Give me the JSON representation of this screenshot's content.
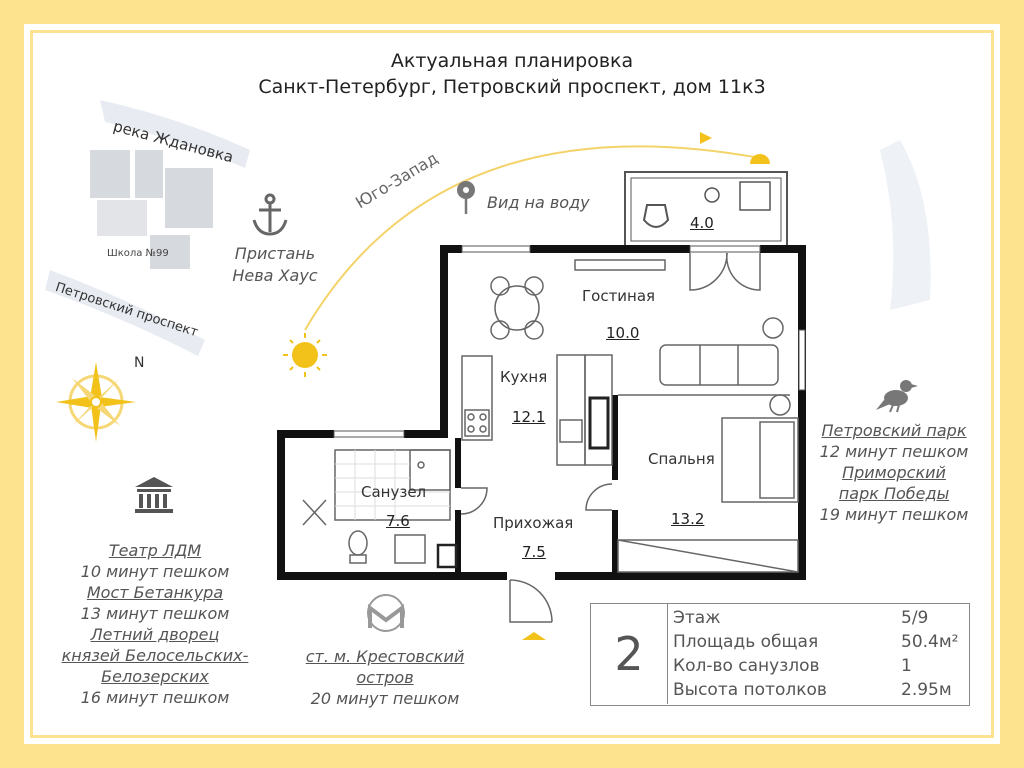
{
  "header": {
    "title": "Актуальная планировка",
    "address": "Санкт-Петербург, Петровский проспект, дом 11к3"
  },
  "map": {
    "river": "река Ждановка",
    "school": "Школа №99",
    "avenue": "Петровский проспект",
    "north": "N",
    "pier_line1": "Пристань",
    "pier_line2": "Нева Хаус",
    "direction": "Юго-Запад",
    "water_view": "Вид на воду"
  },
  "rooms": {
    "balcony_area": "4.0",
    "living_name": "Гостиная",
    "living_area": "10.0",
    "kitchen_name": "Кухня",
    "kitchen_area": "12.1",
    "bedroom_name": "Спальня",
    "bedroom_area": "13.2",
    "bath_name": "Санузел",
    "bath_area": "7.6",
    "hall_name": "Прихожая",
    "hall_area": "7.5"
  },
  "poi_left": {
    "l1": "Театр ЛДМ",
    "l2": "10 минут пешком",
    "l3": "Мост Бетанкура",
    "l4": "13 минут пешком",
    "l5": "Летний дворец",
    "l6": "князей Белосельских-",
    "l7": "Белозерских",
    "l8": "16 минут пешком"
  },
  "poi_metro": {
    "l1": "ст. м. Крестовский",
    "l2": "остров",
    "l3": "20 минут пешком"
  },
  "poi_right": {
    "l1": "Петровский парк",
    "l2": "12 минут пешком",
    "l3": "Приморский",
    "l4": "парк Победы",
    "l5": "19 минут пешком"
  },
  "specs": {
    "rooms_count": "2",
    "floor_label": "Этаж",
    "floor_value": "5/9",
    "area_label": "Площадь общая",
    "area_value": "50.4м²",
    "baths_label": "Кол-во санузлов",
    "baths_value": "1",
    "ceiling_label": "Высота потолков",
    "ceiling_value": "2.95м"
  },
  "colors": {
    "frame": "#FDE38E",
    "accent": "#F2C21B",
    "wall": "#111111"
  }
}
